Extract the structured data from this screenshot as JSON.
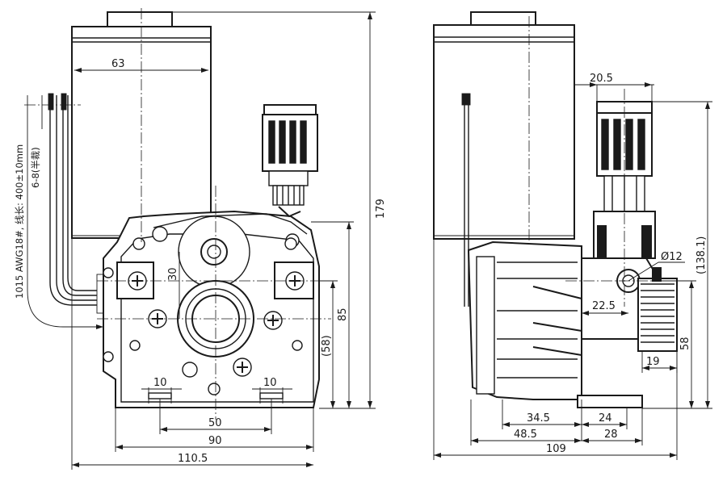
{
  "drawing": {
    "front_view": {
      "dims": {
        "motor_width": "63",
        "height_total": "179",
        "height_mount": "85",
        "height_ref": "(58)",
        "hole_spacing_left": "10",
        "hole_spacing_right": "10",
        "hole_span": "50",
        "base_width": "90",
        "overall_width": "110.5",
        "gear_offset": "30"
      },
      "cable_note_line1": "1015 AWG18#, 线长: 400±10mm",
      "cable_note_line2": "6-8(半裁)"
    },
    "side_view": {
      "dims": {
        "knob_width": "20.5",
        "bore_dia": "Ø12",
        "height_ref": "(138.1)",
        "axis_offset": "22.5",
        "height_58": "58",
        "width_19": "19",
        "width_34_5": "34.5",
        "width_24": "24",
        "width_48_5": "48.5",
        "width_28": "28",
        "overall_depth": "109"
      }
    }
  },
  "colors": {
    "line": "#1a1a1a",
    "background": "#ffffff"
  }
}
